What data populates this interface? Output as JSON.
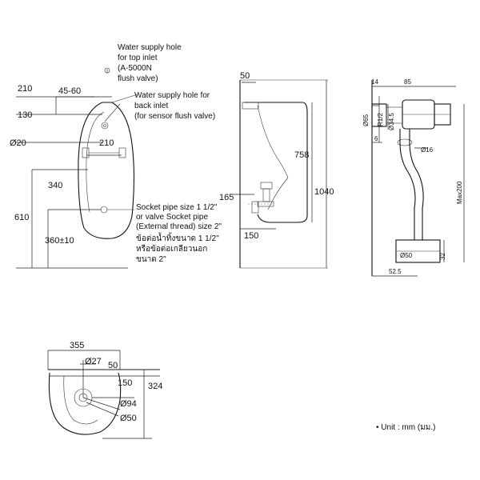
{
  "front_view": {
    "dims": {
      "d210_top": "210",
      "d45_60": "45-60",
      "d130": "130",
      "d20": "Ø20",
      "d210_inner": "210",
      "d340": "340",
      "d610": "610",
      "d360": "360±10"
    },
    "notes": {
      "top_inlet": [
        "Water supply hole",
        "for top inlet",
        "(A-5000N",
        "flush valve)"
      ],
      "back_inlet": [
        "Water supply hole for",
        "back inlet",
        "(for sensor flush valve)"
      ],
      "socket_pipe": [
        "Socket pipe size 1 1/2\"",
        "or valve Socket pipe",
        "(External thread)  size 2\""
      ],
      "socket_pipe_thai": [
        "ข้อต่อน้ำทิ้งขนาด 1 1/2\"",
        "หรือข้อต่อเกลียวนอก",
        "ขนาด 2\""
      ]
    }
  },
  "side_view": {
    "dims": {
      "d50": "50",
      "d758": "758",
      "d1040": "1040",
      "d165": "165",
      "d150": "150"
    }
  },
  "valve_view": {
    "dims": {
      "d14": "14",
      "d85": "85",
      "d65": "Ø65",
      "r12": "R1/2",
      "d345": "Ø34.5",
      "d6": "6",
      "d16": "Ø16",
      "max200": "Max200",
      "d50": "Ø50",
      "d32": "32",
      "d525": "52.5"
    }
  },
  "top_view": {
    "dims": {
      "d355": "355",
      "d27": "Ø27",
      "d50": "50",
      "d150": "150",
      "d324": "324",
      "d94": "Ø94",
      "d50b": "Ø50"
    }
  },
  "unit_note": "• Unit : mm (มม.)"
}
